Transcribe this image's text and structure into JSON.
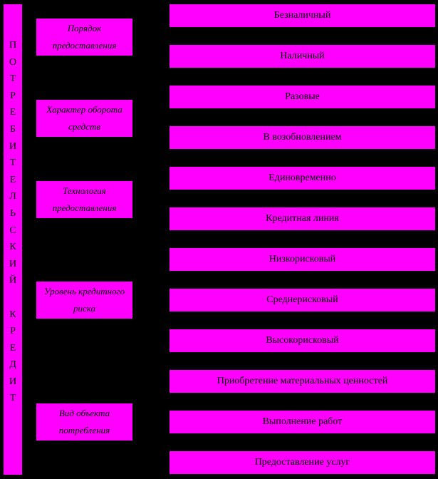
{
  "title_letters": [
    "П",
    "О",
    "Т",
    "Р",
    "Е",
    "Б",
    "И",
    "Т",
    "Е",
    "Л",
    "Ь",
    "С",
    "К",
    "И",
    "Й",
    " ",
    "К",
    "Р",
    "Е",
    "Д",
    "И",
    "Т"
  ],
  "categories": [
    "Порядок предоставления",
    "Характер оборота средств",
    "Технология предоставления",
    "Уровень кредитного риска",
    "Вид объекта потребления"
  ],
  "options": [
    "Безналичный",
    "Наличный",
    "Разовые",
    "В возобновлением",
    "Единовременно",
    "Кредитная линия",
    "Низкорисковый",
    "Среднерисковый",
    "Высокорисковый",
    "Приобретение материальных ценностей",
    "Выполнение работ",
    "Предоставление услуг"
  ]
}
